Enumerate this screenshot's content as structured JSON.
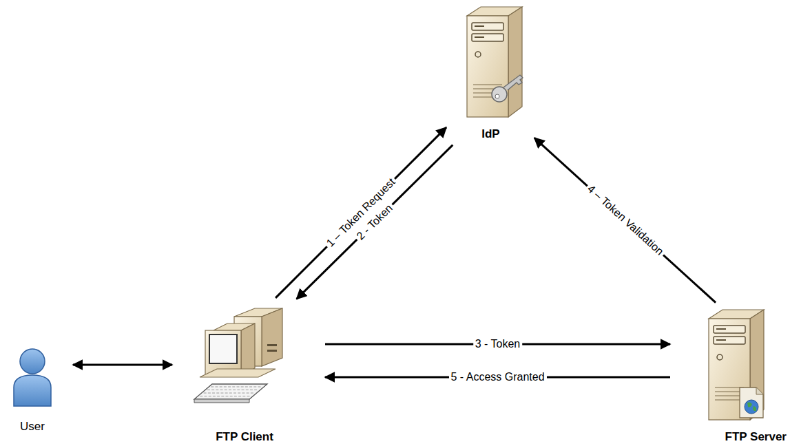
{
  "diagram": {
    "nodes": [
      {
        "text": [
          "IdP"
        ]
      },
      {
        "text": [
          "User"
        ]
      },
      {
        "text": [
          "FTP Client"
        ]
      },
      {
        "text": [
          "FTP Server"
        ]
      }
    ],
    "edges": [
      {
        "from": 1,
        "to": 2,
        "arrow": "both"
      },
      {
        "from": 2,
        "to": 0,
        "label": "1 – Token Request",
        "arrow": "to"
      },
      {
        "from": 0,
        "to": 2,
        "label": "2 - Token",
        "arrow": "to"
      },
      {
        "from": 2,
        "to": 3,
        "label": "3 - Token",
        "arrow": "to"
      },
      {
        "from": 3,
        "to": 0,
        "label": "4 – Token Validation",
        "arrow": "to"
      },
      {
        "from": 3,
        "to": 2,
        "label": "5 - Access Granted",
        "arrow": "to"
      }
    ]
  }
}
